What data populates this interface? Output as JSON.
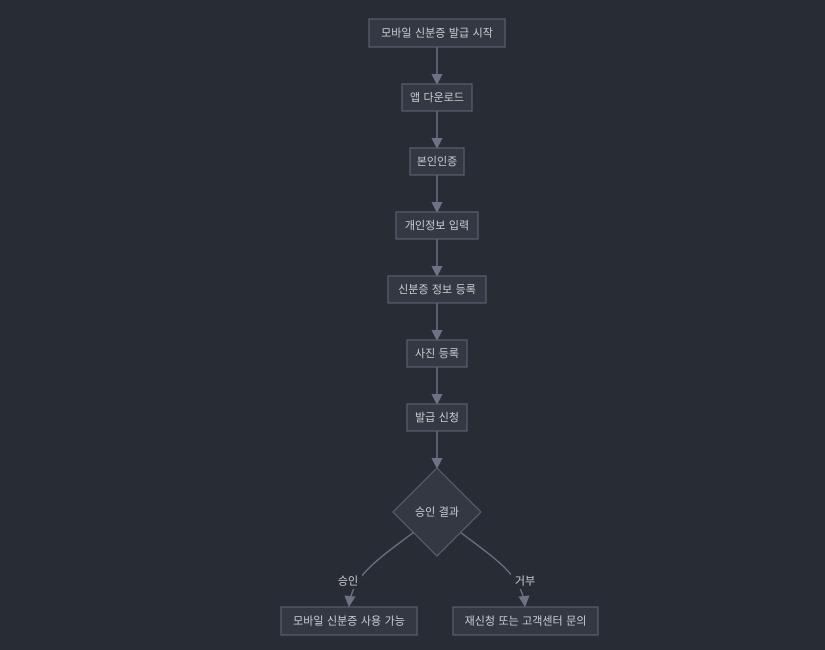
{
  "nodes": [
    {
      "id": "start",
      "label": "모바일 신분증 발급 시작"
    },
    {
      "id": "download",
      "label": "앱 다운로드"
    },
    {
      "id": "auth",
      "label": "본인인증"
    },
    {
      "id": "info",
      "label": "개인정보 입력"
    },
    {
      "id": "register",
      "label": "신분증 정보 등록"
    },
    {
      "id": "photo",
      "label": "사진 등록"
    },
    {
      "id": "apply",
      "label": "발급 신청"
    },
    {
      "id": "decision",
      "label": "승인 결과"
    },
    {
      "id": "approved",
      "label": "모바일 신분증 사용 가능"
    },
    {
      "id": "rejected",
      "label": "재신청 또는 고객센터 문의"
    }
  ],
  "edges": [
    {
      "from": "start",
      "to": "download"
    },
    {
      "from": "download",
      "to": "auth"
    },
    {
      "from": "auth",
      "to": "info"
    },
    {
      "from": "info",
      "to": "register"
    },
    {
      "from": "register",
      "to": "photo"
    },
    {
      "from": "photo",
      "to": "apply"
    },
    {
      "from": "apply",
      "to": "decision"
    },
    {
      "from": "decision",
      "to": "approved",
      "label": "승인"
    },
    {
      "from": "decision",
      "to": "rejected",
      "label": "거부"
    }
  ]
}
